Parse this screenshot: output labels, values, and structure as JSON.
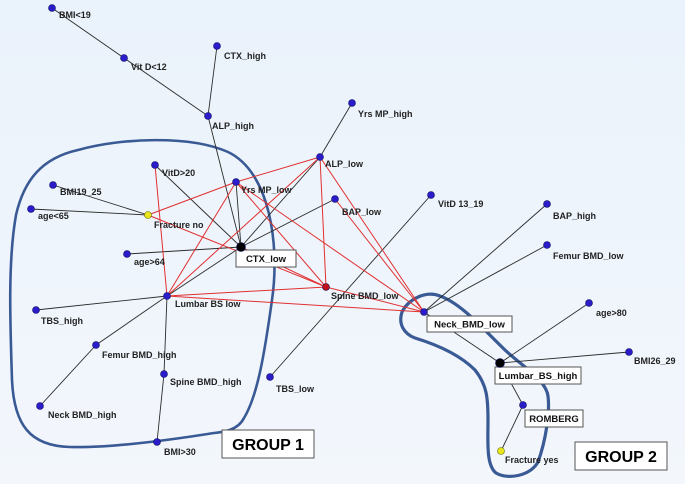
{
  "colors": {
    "node_default": "#2a1cc9",
    "node_hub": "#000000",
    "node_spine": "#c0101a",
    "node_fracture": "#e6e61a",
    "edge_black": "#2b2b2b",
    "edge_red": "#e03030",
    "group_outline": "#3a5a95"
  },
  "groups": [
    {
      "id": "group1",
      "label": "GROUP 1"
    },
    {
      "id": "group2",
      "label": "GROUP 2"
    }
  ],
  "nodes": [
    {
      "id": "bmi_lt19",
      "label": "BMI<19",
      "kind": "default",
      "boxed": false
    },
    {
      "id": "vitd_lt12",
      "label": "Vit D<12",
      "kind": "default",
      "boxed": false
    },
    {
      "id": "ctx_high",
      "label": "CTX_high",
      "kind": "default",
      "boxed": false
    },
    {
      "id": "alp_high",
      "label": "ALP_high",
      "kind": "default",
      "boxed": false
    },
    {
      "id": "yrs_mp_high",
      "label": "Yrs MP_high",
      "kind": "default",
      "boxed": false
    },
    {
      "id": "alp_low",
      "label": "ALP_low",
      "kind": "default",
      "boxed": false
    },
    {
      "id": "vitd_gt20",
      "label": "VitD>20",
      "kind": "default",
      "boxed": false
    },
    {
      "id": "yrs_mp_low",
      "label": "Yrs MP_low",
      "kind": "default",
      "boxed": false
    },
    {
      "id": "bmi19_25",
      "label": "BMI19_25",
      "kind": "default",
      "boxed": false
    },
    {
      "id": "age_lt65",
      "label": "age<65",
      "kind": "default",
      "boxed": false
    },
    {
      "id": "fracture_no",
      "label": "Fracture no",
      "kind": "fracture",
      "boxed": false
    },
    {
      "id": "bap_low",
      "label": "BAP_low",
      "kind": "default",
      "boxed": false
    },
    {
      "id": "vitd_13_19",
      "label": "VitD 13_19",
      "kind": "default",
      "boxed": false
    },
    {
      "id": "bap_high",
      "label": "BAP_high",
      "kind": "default",
      "boxed": false
    },
    {
      "id": "ctx_low",
      "label": "CTX_low",
      "kind": "hub",
      "boxed": true
    },
    {
      "id": "age_gt64",
      "label": "age>64",
      "kind": "default",
      "boxed": false
    },
    {
      "id": "femur_bmd_low",
      "label": "Femur BMD_low",
      "kind": "default",
      "boxed": false
    },
    {
      "id": "spine_bmd_low",
      "label": "Spine BMD_low",
      "kind": "spine",
      "boxed": false
    },
    {
      "id": "lumbar_bs_low",
      "label": "Lumbar BS low",
      "kind": "default",
      "boxed": false
    },
    {
      "id": "neck_bmd_low",
      "label": "Neck_BMD_low",
      "kind": "default",
      "boxed": true
    },
    {
      "id": "age_gt80",
      "label": "age>80",
      "kind": "default",
      "boxed": false
    },
    {
      "id": "tbs_high",
      "label": "TBS_high",
      "kind": "default",
      "boxed": false
    },
    {
      "id": "femur_bmd_high",
      "label": "Femur BMD_high",
      "kind": "default",
      "boxed": false
    },
    {
      "id": "bmi26_29",
      "label": "BMI26_29",
      "kind": "default",
      "boxed": false
    },
    {
      "id": "lumbar_bs_high",
      "label": "Lumbar_BS_high",
      "kind": "hub",
      "boxed": true
    },
    {
      "id": "spine_bmd_high",
      "label": "Spine BMD_high",
      "kind": "default",
      "boxed": false
    },
    {
      "id": "tbs_low",
      "label": "TBS_low",
      "kind": "default",
      "boxed": false
    },
    {
      "id": "neck_bmd_high",
      "label": "Neck BMD_high",
      "kind": "default",
      "boxed": false
    },
    {
      "id": "romberg",
      "label": "ROMBERG",
      "kind": "default",
      "boxed": true
    },
    {
      "id": "bmi_gt30",
      "label": "BMI>30",
      "kind": "default",
      "boxed": false
    },
    {
      "id": "fracture_yes",
      "label": "Fracture yes",
      "kind": "fracture",
      "boxed": false
    }
  ],
  "edges": [
    {
      "from": "bmi_lt19",
      "to": "vitd_lt12",
      "color": "black"
    },
    {
      "from": "vitd_lt12",
      "to": "alp_high",
      "color": "black"
    },
    {
      "from": "ctx_high",
      "to": "alp_high",
      "color": "black"
    },
    {
      "from": "alp_high",
      "to": "ctx_low",
      "color": "black"
    },
    {
      "from": "yrs_mp_high",
      "to": "alp_low",
      "color": "black"
    },
    {
      "from": "vitd_gt20",
      "to": "ctx_low",
      "color": "black"
    },
    {
      "from": "bmi19_25",
      "to": "fracture_no",
      "color": "black"
    },
    {
      "from": "age_lt65",
      "to": "fracture_no",
      "color": "black"
    },
    {
      "from": "age_gt64",
      "to": "ctx_low",
      "color": "black"
    },
    {
      "from": "ctx_low",
      "to": "lumbar_bs_low",
      "color": "black"
    },
    {
      "from": "ctx_low",
      "to": "bap_low",
      "color": "black"
    },
    {
      "from": "ctx_low",
      "to": "alp_low",
      "color": "black"
    },
    {
      "from": "ctx_low",
      "to": "yrs_mp_low",
      "color": "black"
    },
    {
      "from": "lumbar_bs_low",
      "to": "tbs_high",
      "color": "black"
    },
    {
      "from": "lumbar_bs_low",
      "to": "femur_bmd_high",
      "color": "black"
    },
    {
      "from": "lumbar_bs_low",
      "to": "spine_bmd_high",
      "color": "black"
    },
    {
      "from": "femur_bmd_high",
      "to": "neck_bmd_high",
      "color": "black"
    },
    {
      "from": "spine_bmd_high",
      "to": "bmi_gt30",
      "color": "black"
    },
    {
      "from": "vitd_13_19",
      "to": "tbs_low",
      "color": "black"
    },
    {
      "from": "bap_high",
      "to": "neck_bmd_low",
      "color": "black"
    },
    {
      "from": "femur_bmd_low",
      "to": "neck_bmd_low",
      "color": "black"
    },
    {
      "from": "neck_bmd_low",
      "to": "lumbar_bs_high",
      "color": "black"
    },
    {
      "from": "age_gt80",
      "to": "lumbar_bs_high",
      "color": "black"
    },
    {
      "from": "bmi26_29",
      "to": "lumbar_bs_high",
      "color": "black"
    },
    {
      "from": "lumbar_bs_high",
      "to": "romberg",
      "color": "black"
    },
    {
      "from": "romberg",
      "to": "fracture_yes",
      "color": "black"
    },
    {
      "from": "fracture_no",
      "to": "yrs_mp_low",
      "color": "red"
    },
    {
      "from": "fracture_no",
      "to": "spine_bmd_low",
      "color": "red"
    },
    {
      "from": "yrs_mp_low",
      "to": "alp_low",
      "color": "red"
    },
    {
      "from": "yrs_mp_low",
      "to": "lumbar_bs_low",
      "color": "red"
    },
    {
      "from": "yrs_mp_low",
      "to": "spine_bmd_low",
      "color": "red"
    },
    {
      "from": "yrs_mp_low",
      "to": "neck_bmd_low",
      "color": "red"
    },
    {
      "from": "alp_low",
      "to": "lumbar_bs_low",
      "color": "red"
    },
    {
      "from": "alp_low",
      "to": "spine_bmd_low",
      "color": "red"
    },
    {
      "from": "alp_low",
      "to": "neck_bmd_low",
      "color": "red"
    },
    {
      "from": "vitd_gt20",
      "to": "lumbar_bs_low",
      "color": "red"
    },
    {
      "from": "lumbar_bs_low",
      "to": "spine_bmd_low",
      "color": "red"
    },
    {
      "from": "lumbar_bs_low",
      "to": "neck_bmd_low",
      "color": "red"
    },
    {
      "from": "spine_bmd_low",
      "to": "neck_bmd_low",
      "color": "red"
    },
    {
      "from": "ctx_low",
      "to": "spine_bmd_low",
      "color": "red"
    },
    {
      "from": "bap_low",
      "to": "neck_bmd_low",
      "color": "red"
    }
  ]
}
